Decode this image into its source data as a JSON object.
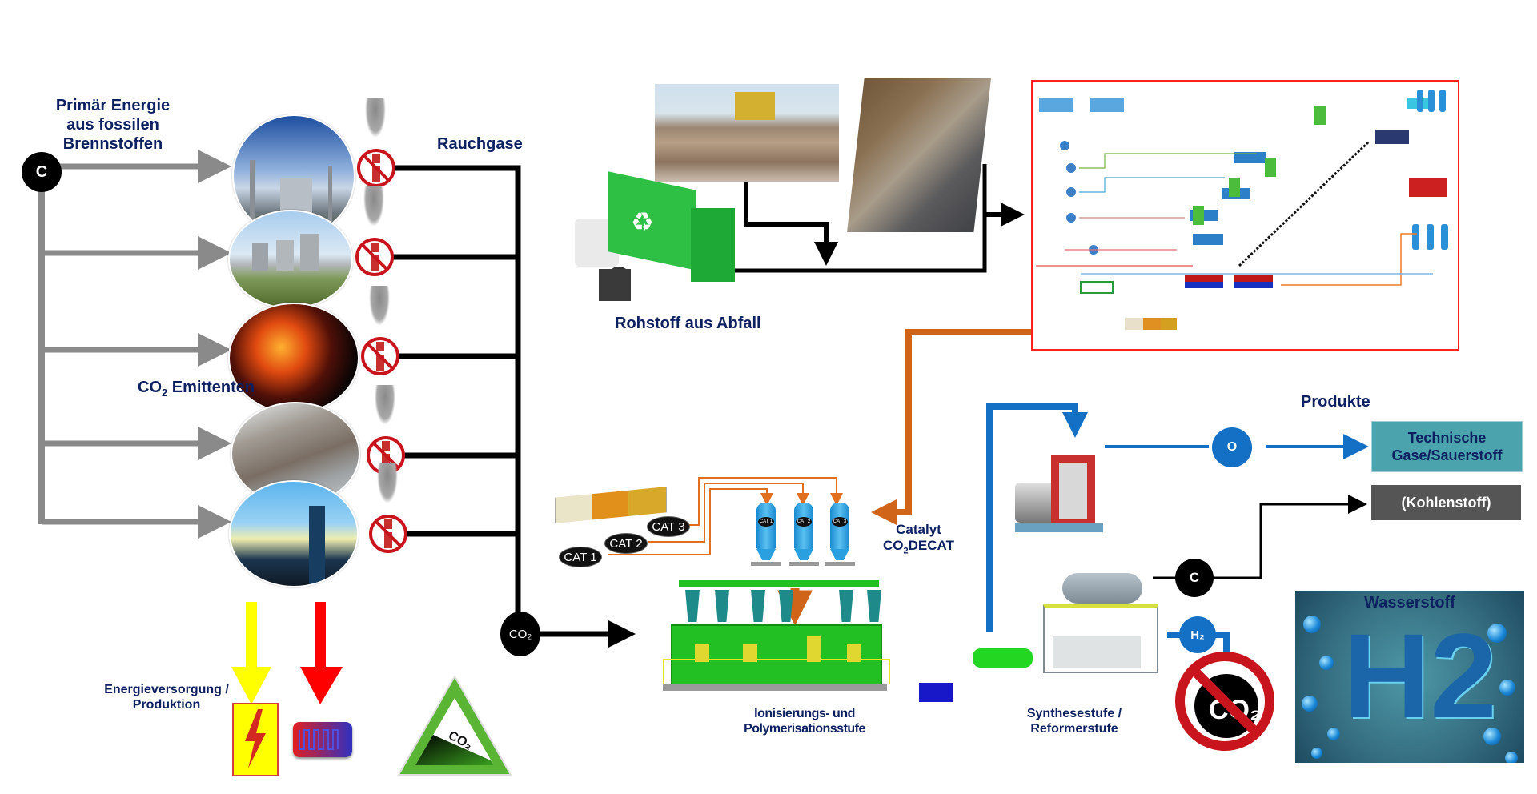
{
  "labels": {
    "primary_energy": "Primär Energie aus fossilen Brennstoffen",
    "primary_energy_lines": [
      "Primär Energie",
      "aus fossilen",
      "Brennstoffen"
    ],
    "flue_gases": "Rauchgase",
    "co2_emitters_prefix": "CO",
    "co2_emitters_sub": "2",
    "co2_emitters_suffix": " Emittenten",
    "energy_supply_lines": [
      "Energieversorgung /",
      "Produktion"
    ],
    "raw_material": "Rohstoff aus Abfall",
    "catalyst_line1": "Catalyt",
    "catalyst_line2_prefix": "CO",
    "catalyst_line2_sub": "2",
    "catalyst_line2_suffix": "DECAT",
    "ionization_lines": [
      "Ionisierungs- und",
      "Polymerisationsstufe"
    ],
    "synthesis_lines": [
      "Synthesestufe /",
      "Reformerstufe"
    ],
    "products": "Produkte",
    "hydrogen": "Wasserstoff"
  },
  "nodes": {
    "carbon_source": "C",
    "co2_collector": "CO₂",
    "oxygen": "O",
    "carbon_out": "C",
    "hydrogen_out": "H₂",
    "no_co2": "CO₂",
    "co2_triangle": "CO₂",
    "h2_logo": "H2"
  },
  "emitters": [
    {
      "name": "power-plant-clouds",
      "colors": [
        "#2a5aa8",
        "#9fb7d8"
      ]
    },
    {
      "name": "power-plant-cooling-towers",
      "colors": [
        "#9fc4e4",
        "#5c7a3a"
      ]
    },
    {
      "name": "steel-foundry",
      "colors": [
        "#1a0a05",
        "#ff6a10"
      ]
    },
    {
      "name": "cement-kiln",
      "colors": [
        "#c8c8c8",
        "#6c6258"
      ]
    },
    {
      "name": "smokestacks",
      "colors": [
        "#49a8e8",
        "#1c3448"
      ]
    }
  ],
  "catalysts": [
    "CAT 1",
    "CAT 2",
    "CAT 3"
  ],
  "silos": [
    "CAT 1",
    "CAT 2",
    "CAT 3"
  ],
  "products_list": [
    {
      "label_lines": [
        "Technische",
        "Gase/Sauerstoff"
      ],
      "bg": "#4ba3ad",
      "fg": "#0d2060"
    },
    {
      "label_lines": [
        "(Kohlenstoff)"
      ],
      "bg": "#555555",
      "fg": "#ffffff"
    }
  ],
  "colors": {
    "title_text": "#0d2060",
    "gray_arrow": "#8a8a8a",
    "black_line": "#000000",
    "orange_flow": "#d0651a",
    "blue_flow": "#1470c4",
    "red_frame": "#ff2020",
    "no_sign_red": "#c8141c",
    "yellow_arrow": "#ffff00",
    "red_arrow": "#ff0000",
    "reactor_green": "#22c022",
    "triangle_green": "#5ab534"
  }
}
